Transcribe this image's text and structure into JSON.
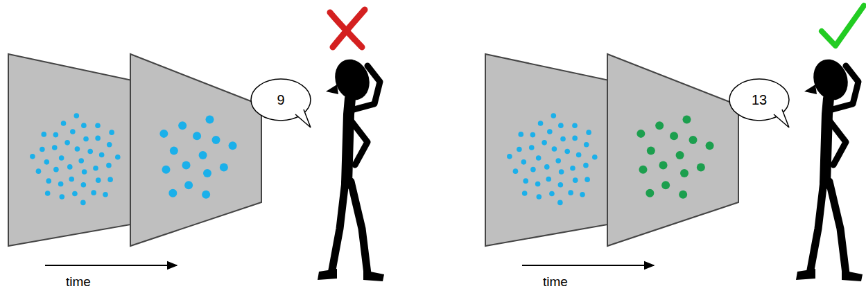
{
  "diagram": {
    "nodes": [
      {
        "text": [
          "9"
        ]
      },
      {
        "text": [
          "13"
        ]
      }
    ],
    "labels": [
      "time",
      "time"
    ]
  }
}
